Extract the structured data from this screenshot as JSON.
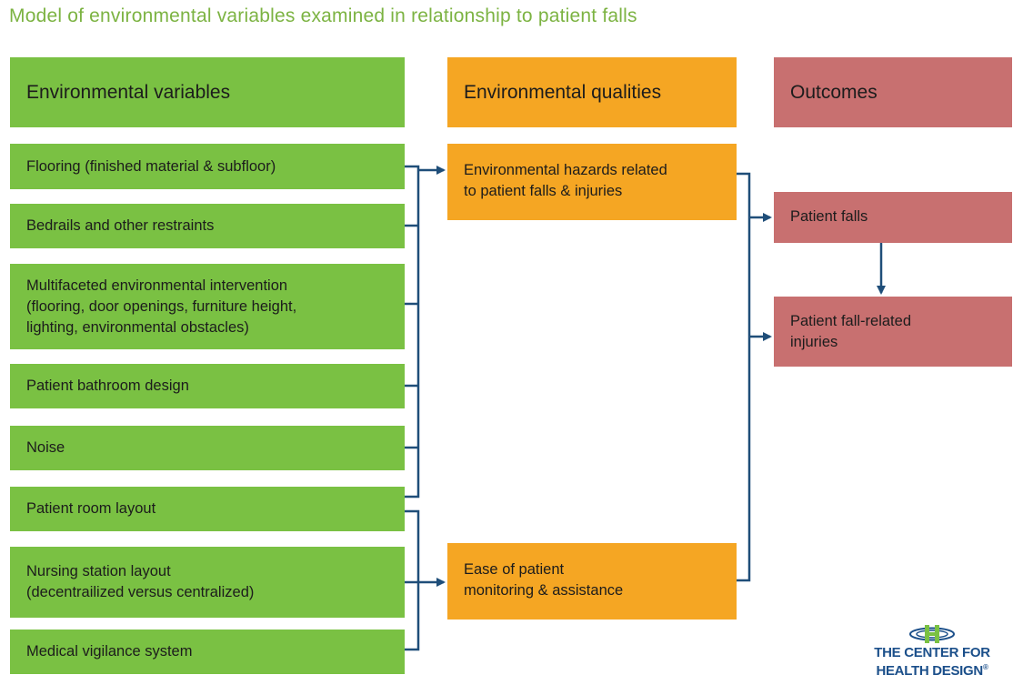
{
  "title": "Model of environmental variables examined in relationship to patient falls",
  "headers": {
    "variables": "Environmental variables",
    "qualities": "Environmental qualities",
    "outcomes": "Outcomes"
  },
  "variables": [
    "Flooring (finished material & subfloor)",
    "Bedrails and other restraints",
    "Multifaceted environmental intervention\n(flooring, door openings, furniture height,\nlighting, environmental obstacles)",
    "Patient bathroom design",
    "Noise",
    "Patient room layout",
    "Nursing station layout\n(decentrailized versus centralized)",
    "Medical vigilance system"
  ],
  "qualities": [
    "Environmental hazards related\nto patient falls & injuries",
    "Ease of patient\nmonitoring & assistance"
  ],
  "outcomes": [
    "Patient falls",
    "Patient fall-related\ninjuries"
  ],
  "colors": {
    "variables": "#7ac143",
    "qualities": "#f5a623",
    "outcomes": "#c87070",
    "connector": "#1f4e79",
    "title": "#7cb342"
  },
  "logo": {
    "line1": "THE CENTER FOR",
    "line2": "HEALTH DESIGN",
    "mark": "®"
  }
}
